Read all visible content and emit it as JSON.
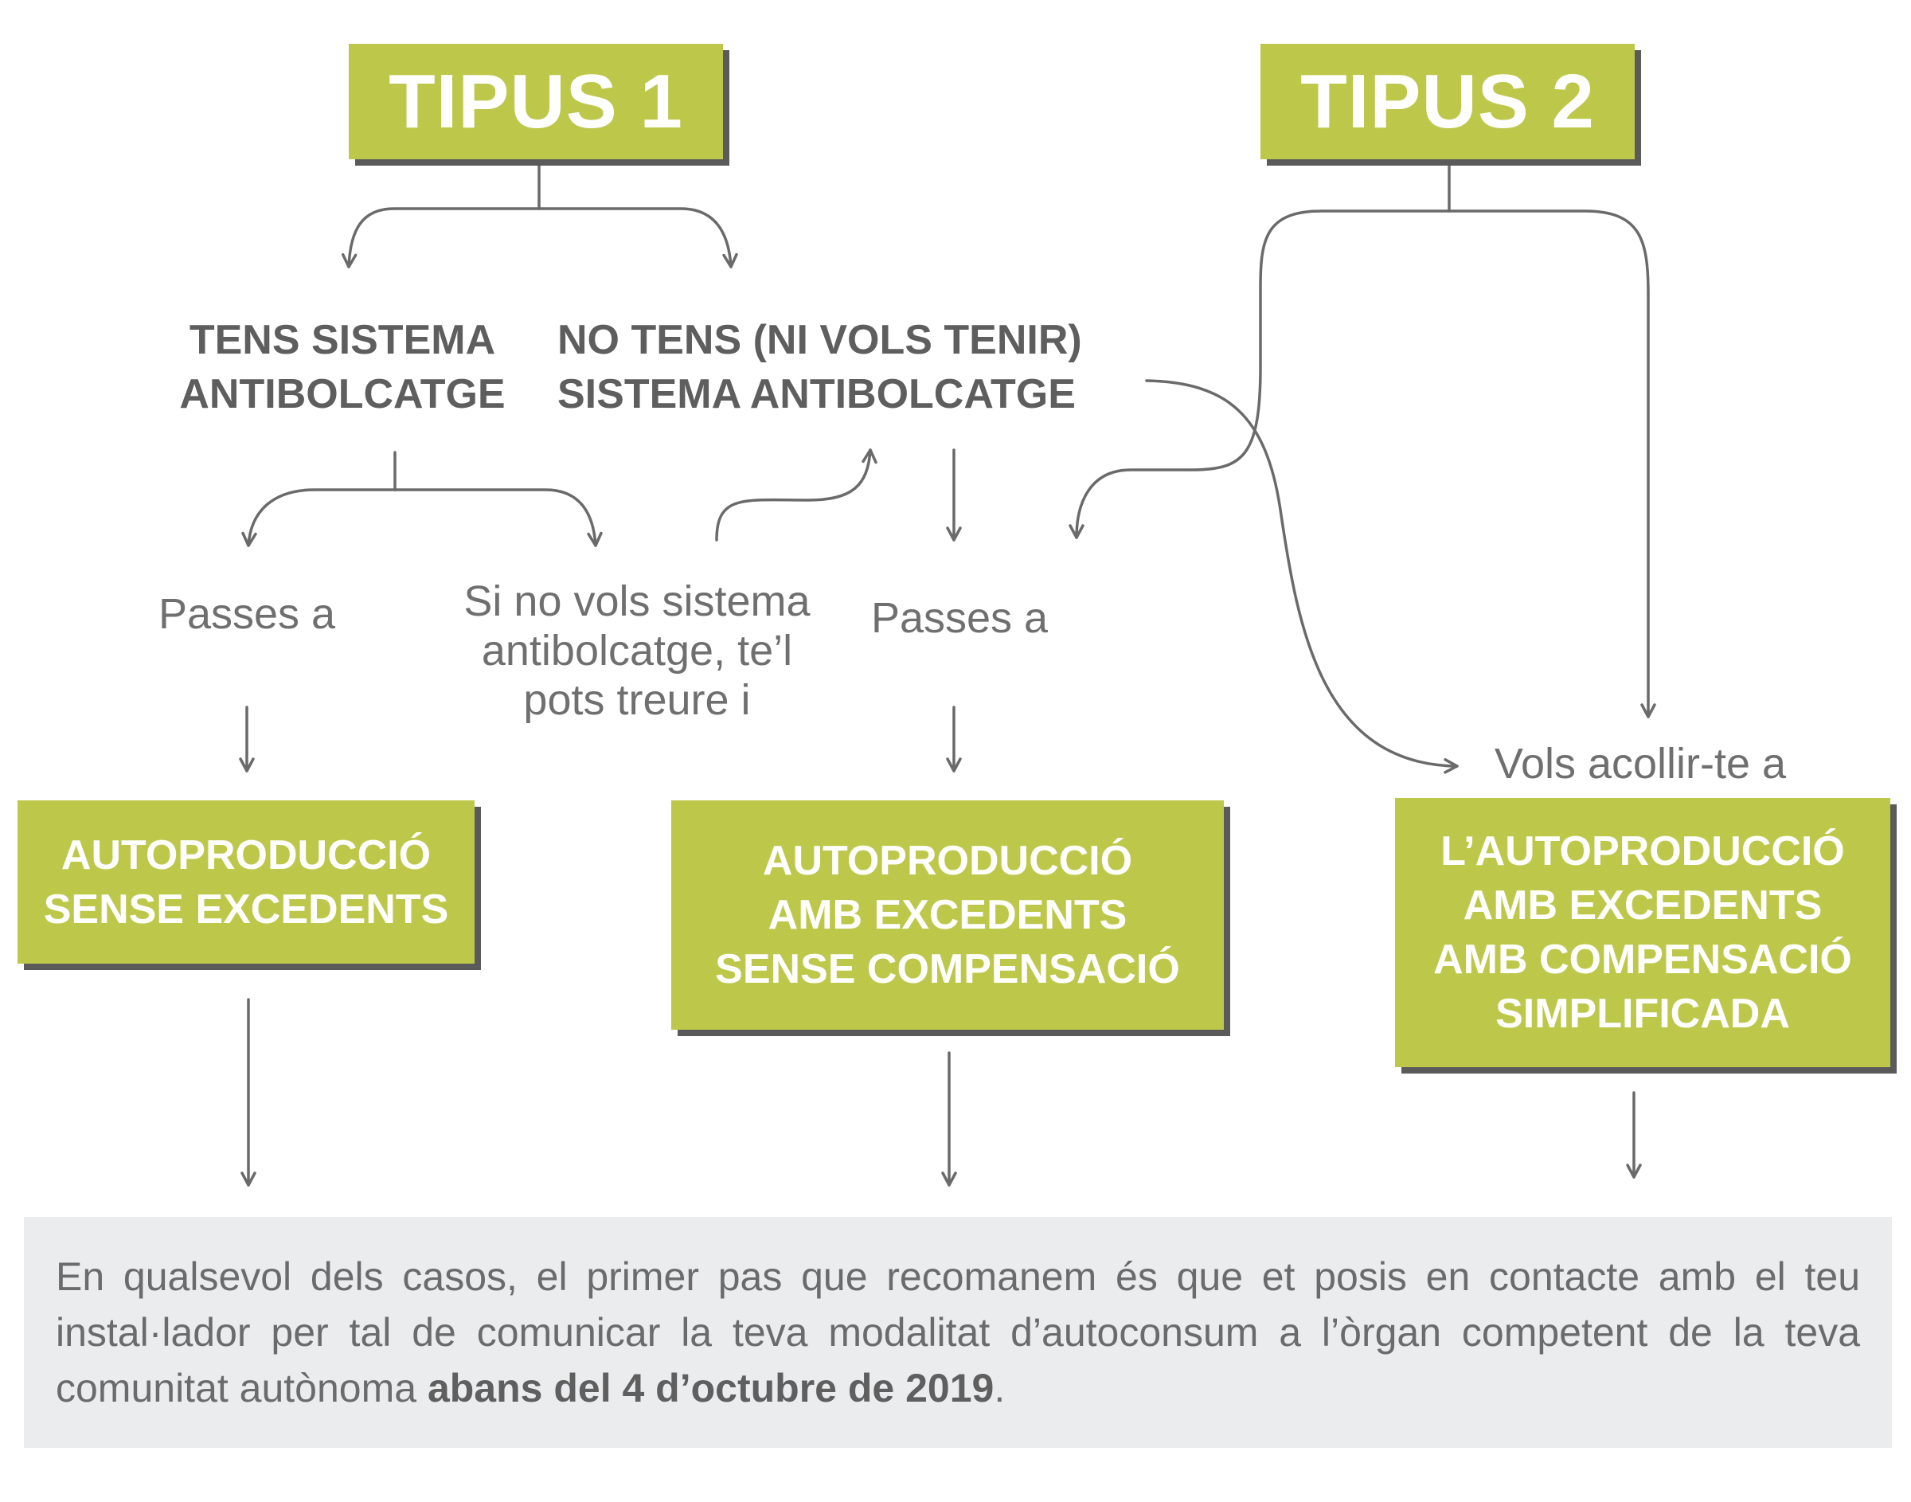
{
  "types": {
    "type1": "TIPUS 1",
    "type2": "TIPUS 2"
  },
  "questions": {
    "has_system_line1": "TENS SISTEMA",
    "has_system_line2": "ANTIBOLCATGE",
    "no_system_line1": "NO TENS (NI VOLS TENIR)",
    "no_system_line2": "SISTEMA ANTIBOLCATGE"
  },
  "texts": {
    "passes_a_left": "Passes a",
    "remove_line1": "Si no vols sistema",
    "remove_line2": "antibolcatge, te’l",
    "remove_line3": "pots treure i",
    "passes_a_mid": "Passes a",
    "vols_acollir": "Vols acollir-te a"
  },
  "results": {
    "r1_line1": "AUTOPRODUCCIÓ",
    "r1_line2": "SENSE EXCEDENTS",
    "r2_line1": "AUTOPRODUCCIÓ",
    "r2_line2": "AMB EXCEDENTS",
    "r2_line3": "SENSE COMPENSACIÓ",
    "r3_line1": "L’AUTOPRODUCCIÓ",
    "r3_line2": "AMB EXCEDENTS",
    "r3_line3": "AMB COMPENSACIÓ",
    "r3_line4": "SIMPLIFICADA"
  },
  "note": {
    "text": "En qualsevol dels casos, el primer pas que recomanem és que et posis en contacte amb el teu instal·lador per tal de comunicar la teva modalitat d’autoconsum a l’òrgan competent de la teva comunitat autònoma ",
    "bold": "abans del 4 d’octubre de 2019",
    "end": "."
  },
  "colors": {
    "box_green": "#bdc84b",
    "box_shadow": "#5a5a5a",
    "line": "#6a6a6a",
    "note_bg": "#ebecee"
  }
}
